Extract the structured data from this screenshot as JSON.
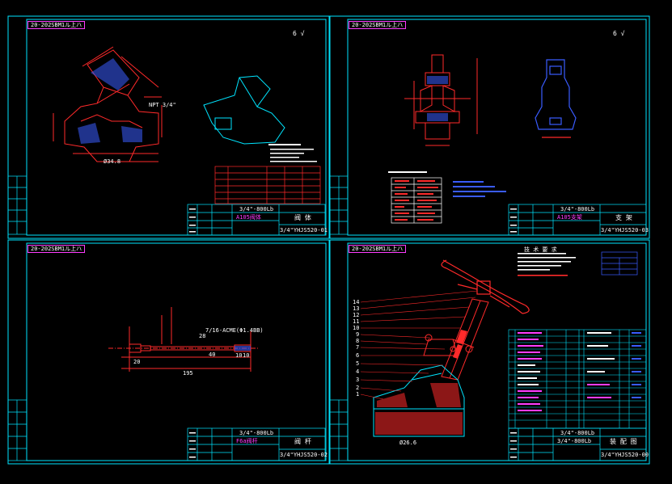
{
  "sheets": [
    {
      "id": "sheet-01",
      "tag": "20-202SBM1ル上ハ",
      "roughness": "6 √",
      "drawing_no": "3/4\"YHJS520-01",
      "title_block_spec": "3/4\"-800Lb",
      "title_block_part": "阀 体",
      "title_block_material": "A105阀体"
    },
    {
      "id": "sheet-03",
      "tag": "20-202SBM1ル上ハ",
      "roughness": "6 √",
      "drawing_no": "3/4\"YHJS520-03",
      "title_block_spec": "3/4\"-800Lb",
      "title_block_part": "支 架",
      "title_block_material": "A105支架"
    },
    {
      "id": "sheet-02",
      "tag": "20-202SBM1ル上ハ",
      "roughness": "",
      "drawing_no": "3/4\"YHJS520-02",
      "title_block_spec": "3/4\"-800Lb",
      "title_block_part": "阀 杆",
      "title_block_material": "F6a阀杆"
    },
    {
      "id": "sheet-00",
      "tag": "20-202SBM1ル上ハ",
      "roughness": "",
      "drawing_no": "3/4\"YHJS520-00",
      "title_block_spec": "3/4\"-800Lb",
      "title_block_part": "装 配 图",
      "title_block_material": "3/4\"-800Lb"
    }
  ],
  "annotations": {
    "body_thread": "NPT 3/4\"",
    "body_dim_bottom": "Ø34.8",
    "stem_thread": "7/16-ACME(Φ1.4BB)",
    "stem_length": "195",
    "stem_dims": [
      "20",
      "40",
      "10",
      "10",
      "28"
    ],
    "assembly_title": "技 术 要 求",
    "assembly_dim_height": "Ø26.6",
    "leader_numbers": [
      "14",
      "13",
      "12",
      "11",
      "10",
      "9",
      "8",
      "7",
      "6",
      "5",
      "4",
      "3",
      "2",
      "1"
    ]
  },
  "colors": {
    "frame": "#00e5ff",
    "drawing": "#ff2a2a",
    "outline": "#3a5cff",
    "text": "#ffffff",
    "accent": "#ff3cff",
    "background": "#000000"
  }
}
